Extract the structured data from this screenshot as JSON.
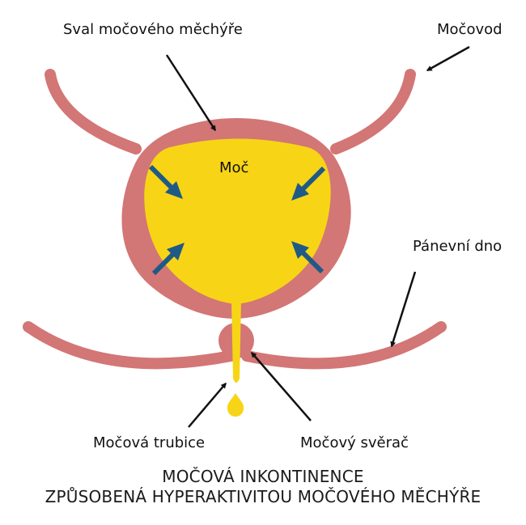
{
  "labels": {
    "muscle": "Sval močového měchýře",
    "ureter": "Močovod",
    "urine": "Moč",
    "pelvic_floor": "Pánevní dno",
    "urethra": "Močová trubice",
    "sphincter": "Močový svěrač"
  },
  "caption": {
    "line1": "MOČOVÁ INKONTINENCE",
    "line2": "ZPŮSOBENÁ HYPERAKTIVITOU MOČOVÉHO MĚCHÝŘE"
  },
  "colors": {
    "bladder_wall": "#d37676",
    "urine": "#f7d516",
    "pressure_arrows": "#1f5a86",
    "pointer_arrows": "#111111"
  }
}
